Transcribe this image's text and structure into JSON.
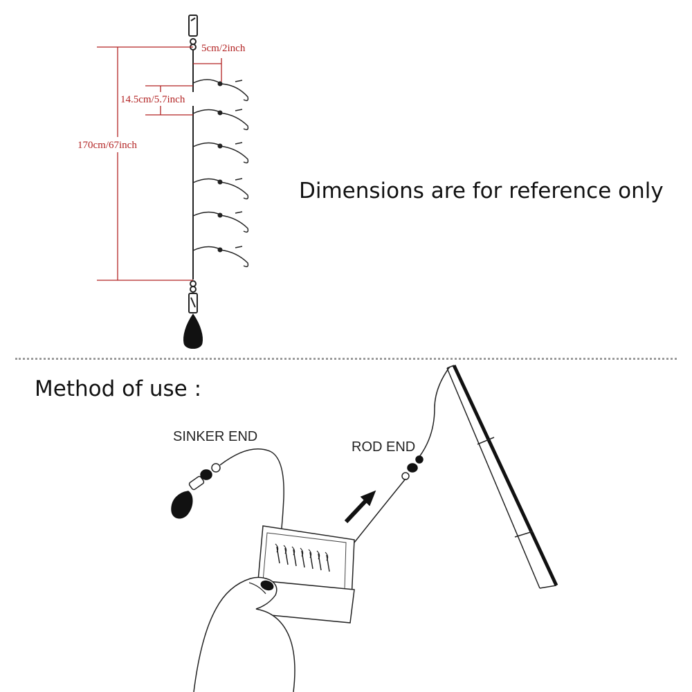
{
  "dimensions": {
    "total_length": "170cm/67inch",
    "hook_spacing": "14.5cm/5.7inch",
    "dropper_length": "5cm/2inch"
  },
  "note": "Dimensions are for reference only",
  "method": {
    "title": "Method of use :",
    "sinker_end_label": "SINKER END",
    "rod_end_label": "ROD END"
  },
  "colors": {
    "dimension_lines": "#b22222",
    "line_art": "#222222",
    "divider": "#9a9a9a"
  }
}
